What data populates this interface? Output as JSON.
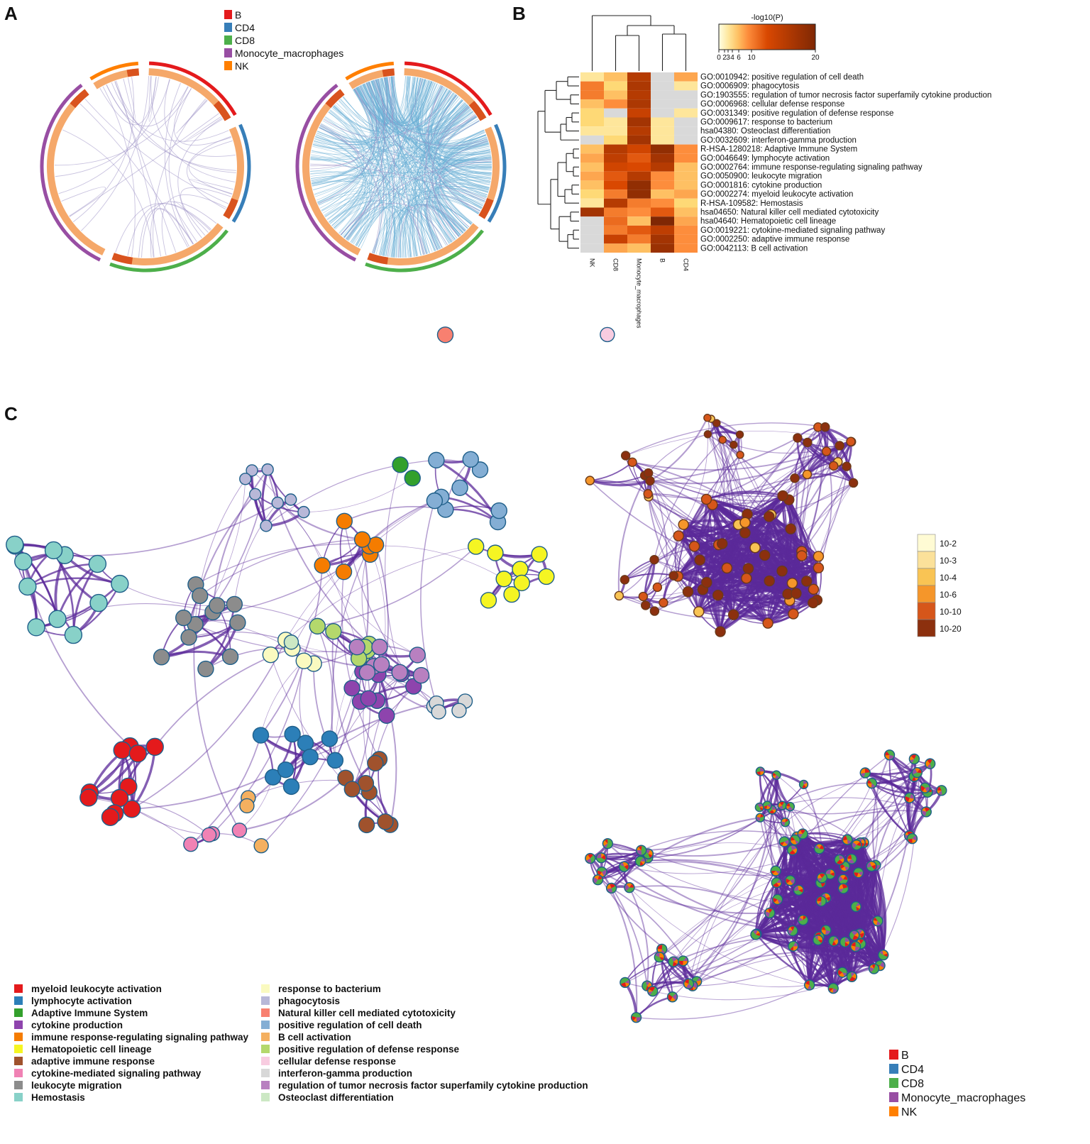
{
  "panels": {
    "A": "A",
    "B": "B",
    "C": "C"
  },
  "colors": {
    "B": "#e41a1c",
    "CD4": "#377eb8",
    "CD8": "#4daf4a",
    "Monocyte_macrophages": "#984ea3",
    "NK": "#ff7f00",
    "inner": "#f5a86a",
    "innerDark": "#d9531e",
    "link_shared": "#9b8fc4",
    "link_ontology": "#6aaed6"
  },
  "legend_A": [
    "B",
    "CD4",
    "CD8",
    "Monocyte_macrophages",
    "NK"
  ],
  "chart_data": [
    {
      "type": "heatmap",
      "title": "-log10(P)",
      "colorbar_ticks": [
        "0",
        "2",
        "3",
        "4",
        "6",
        "10",
        "20"
      ],
      "columns": [
        "NK",
        "CD8",
        "Monocyte_macrophages",
        "B",
        "CD4"
      ],
      "rows": [
        "GO:0010942: positive regulation of cell death",
        "GO:0006909: phagocytosis",
        "GO:1903555: regulation of tumor necrosis factor superfamily cytokine production",
        "GO:0006968: cellular defense response",
        "GO:0031349: positive regulation of defense response",
        "GO:0009617: response to bacterium",
        "hsa04380: Osteoclast differentiation",
        "GO:0032609: interferon-gamma production",
        "R-HSA-1280218: Adaptive Immune System",
        "GO:0046649: lymphocyte activation",
        "GO:0002764: immune response-regulating signaling pathway",
        "GO:0050900: leukocyte migration",
        "GO:0001816: cytokine production",
        "GO:0002274: myeloid leukocyte activation",
        "R-HSA-109582: Hemostasis",
        "hsa04650: Natural killer cell mediated cytotoxicity",
        "hsa04640: Hematopoietic cell lineage",
        "GO:0019221: cytokine-mediated signaling pathway",
        "GO:0002250: adaptive immune response",
        "GO:0042113: B cell activation"
      ],
      "values": [
        [
          2,
          4,
          14,
          null,
          5
        ],
        [
          7,
          3,
          15,
          null,
          2
        ],
        [
          7,
          4,
          14,
          null,
          null
        ],
        [
          4,
          6,
          15,
          null,
          null
        ],
        [
          3,
          null,
          12,
          null,
          2
        ],
        [
          3,
          2,
          16,
          2,
          null
        ],
        [
          2,
          2,
          14,
          2,
          null
        ],
        [
          null,
          3,
          16,
          2,
          null
        ],
        [
          4,
          14,
          11,
          18,
          6
        ],
        [
          5,
          13,
          9,
          16,
          6
        ],
        [
          4,
          11,
          10,
          14,
          4
        ],
        [
          5,
          9,
          14,
          6,
          4
        ],
        [
          4,
          10,
          18,
          6,
          4
        ],
        [
          3,
          7,
          18,
          4,
          5
        ],
        [
          2,
          14,
          7,
          6,
          3
        ],
        [
          16,
          7,
          6,
          9,
          4
        ],
        [
          null,
          8,
          4,
          20,
          5
        ],
        [
          null,
          7,
          9,
          13,
          6
        ],
        [
          null,
          12,
          7,
          16,
          6
        ],
        [
          null,
          5,
          4,
          17,
          6
        ]
      ]
    }
  ],
  "legend_C": [
    {
      "label": "myeloid leukocyte activation",
      "color": "#e41a1c"
    },
    {
      "label": "lymphocyte activation",
      "color": "#2c7fb8"
    },
    {
      "label": "Adaptive Immune System",
      "color": "#33a02c"
    },
    {
      "label": "cytokine production",
      "color": "#8e44ad"
    },
    {
      "label": "immune response-regulating signaling pathway",
      "color": "#f57c00"
    },
    {
      "label": "Hematopoietic cell lineage",
      "color": "#f5f523"
    },
    {
      "label": "adaptive immune response",
      "color": "#a0522d"
    },
    {
      "label": "cytokine-mediated signaling pathway",
      "color": "#f082b4"
    },
    {
      "label": "leukocyte migration",
      "color": "#8c8c8c"
    },
    {
      "label": "Hemostasis",
      "color": "#88d1c8"
    },
    {
      "label": "response to bacterium",
      "color": "#fafac0"
    },
    {
      "label": "phagocytosis",
      "color": "#b8b8d8"
    },
    {
      "label": "Natural killer cell mediated cytotoxicity",
      "color": "#f88070"
    },
    {
      "label": "positive regulation of cell death",
      "color": "#84aed4"
    },
    {
      "label": "B cell activation",
      "color": "#f4b060"
    },
    {
      "label": "positive regulation of defense response",
      "color": "#b4d86c"
    },
    {
      "label": "cellular defense response",
      "color": "#f8cce0"
    },
    {
      "label": "interferon-gamma production",
      "color": "#d8d8d8"
    },
    {
      "label": "regulation of tumor necrosis factor superfamily cytokine production",
      "color": "#b880c0"
    },
    {
      "label": "Osteoclast differentiation",
      "color": "#cce8c4"
    }
  ],
  "pvalue_legend": [
    "10-2",
    "10-3",
    "10-4",
    "10-6",
    "10-10",
    "10-20"
  ],
  "pvalue_colors": [
    "#fffbd4",
    "#fbe19a",
    "#f9c454",
    "#f5962a",
    "#d6561a",
    "#8c300e"
  ],
  "legend_pie": [
    "B",
    "CD4",
    "CD8",
    "Monocyte_macrophages",
    "NK"
  ]
}
